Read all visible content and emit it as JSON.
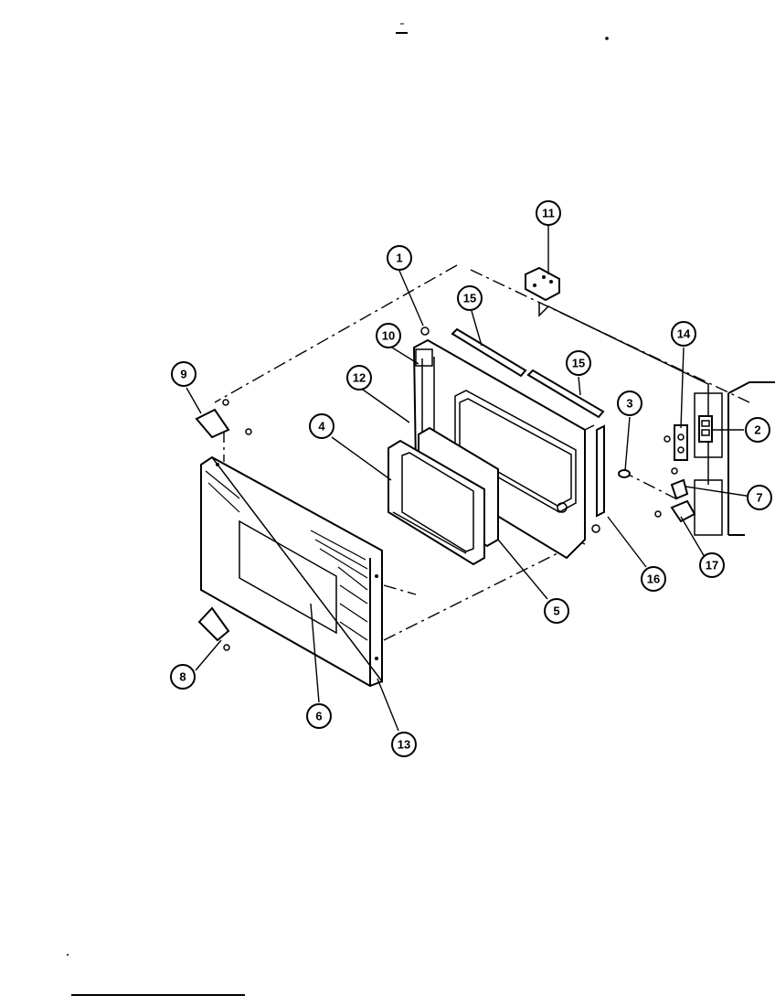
{
  "diagram": {
    "callouts": [
      {
        "id": "1",
        "label": "1"
      },
      {
        "id": "2",
        "label": "2"
      },
      {
        "id": "3",
        "label": "3"
      },
      {
        "id": "4",
        "label": "4"
      },
      {
        "id": "5",
        "label": "5"
      },
      {
        "id": "6",
        "label": "6"
      },
      {
        "id": "7",
        "label": "7"
      },
      {
        "id": "8",
        "label": "8"
      },
      {
        "id": "9",
        "label": "9"
      },
      {
        "id": "10",
        "label": "10"
      },
      {
        "id": "11",
        "label": "11"
      },
      {
        "id": "12",
        "label": "12"
      },
      {
        "id": "13",
        "label": "13"
      },
      {
        "id": "14",
        "label": "14"
      },
      {
        "id": "15a",
        "label": "15"
      },
      {
        "id": "15b",
        "label": "15"
      },
      {
        "id": "16",
        "label": "16"
      },
      {
        "id": "17",
        "label": "17"
      }
    ]
  }
}
